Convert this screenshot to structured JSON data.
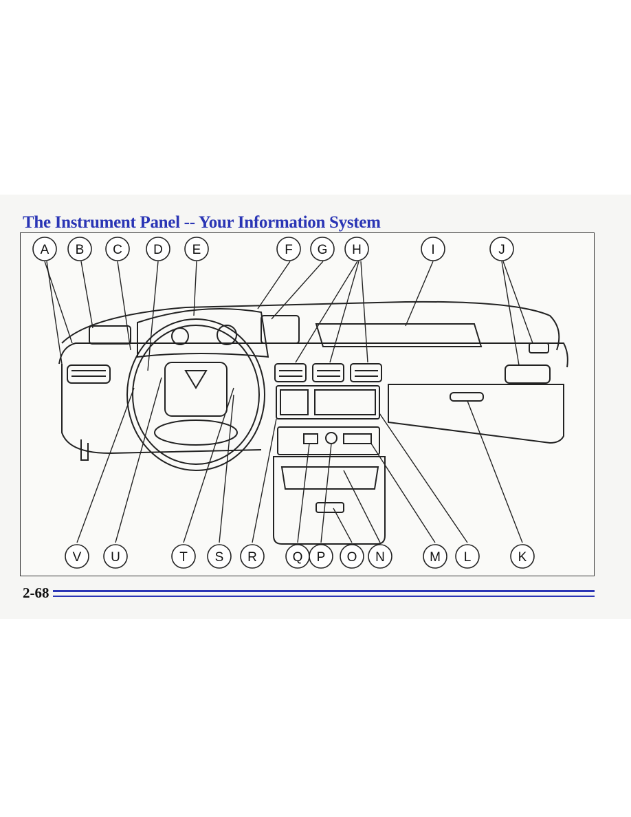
{
  "page": {
    "title": "The Instrument Panel -- Your Information System",
    "page_number": "2-68",
    "accent_color": "#2a35b5"
  },
  "figure": {
    "top_callouts": [
      "A",
      "B",
      "C",
      "D",
      "E",
      "F",
      "G",
      "H",
      "I",
      "J"
    ],
    "bottom_callouts": [
      "V",
      "U",
      "T",
      "S",
      "R",
      "Q",
      "P",
      "O",
      "N",
      "M",
      "L",
      "K"
    ]
  }
}
